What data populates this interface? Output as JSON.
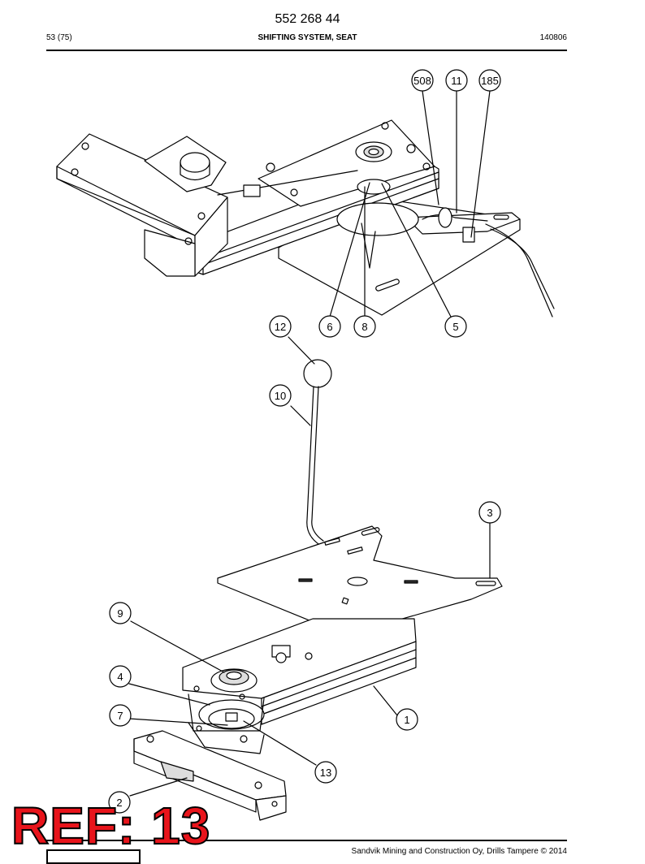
{
  "header": {
    "doc_number": "552 268 44",
    "page": "53 (75)",
    "title": "SHIFTING SYSTEM, SEAT",
    "date": "140806"
  },
  "callouts": {
    "c508": "508",
    "c11": "11",
    "c185": "185",
    "c12": "12",
    "c6": "6",
    "c8": "8",
    "c5": "5",
    "c10": "10",
    "c3": "3",
    "c9": "9",
    "c4": "4",
    "c7": "7",
    "c1": "1",
    "c13": "13",
    "c2": "2"
  },
  "footer": {
    "copyright": "Sandvik Mining and Construction Oy, Drills Tampere © 2014"
  },
  "stamp": {
    "text": "REF: 13",
    "color": "#e8141b"
  }
}
